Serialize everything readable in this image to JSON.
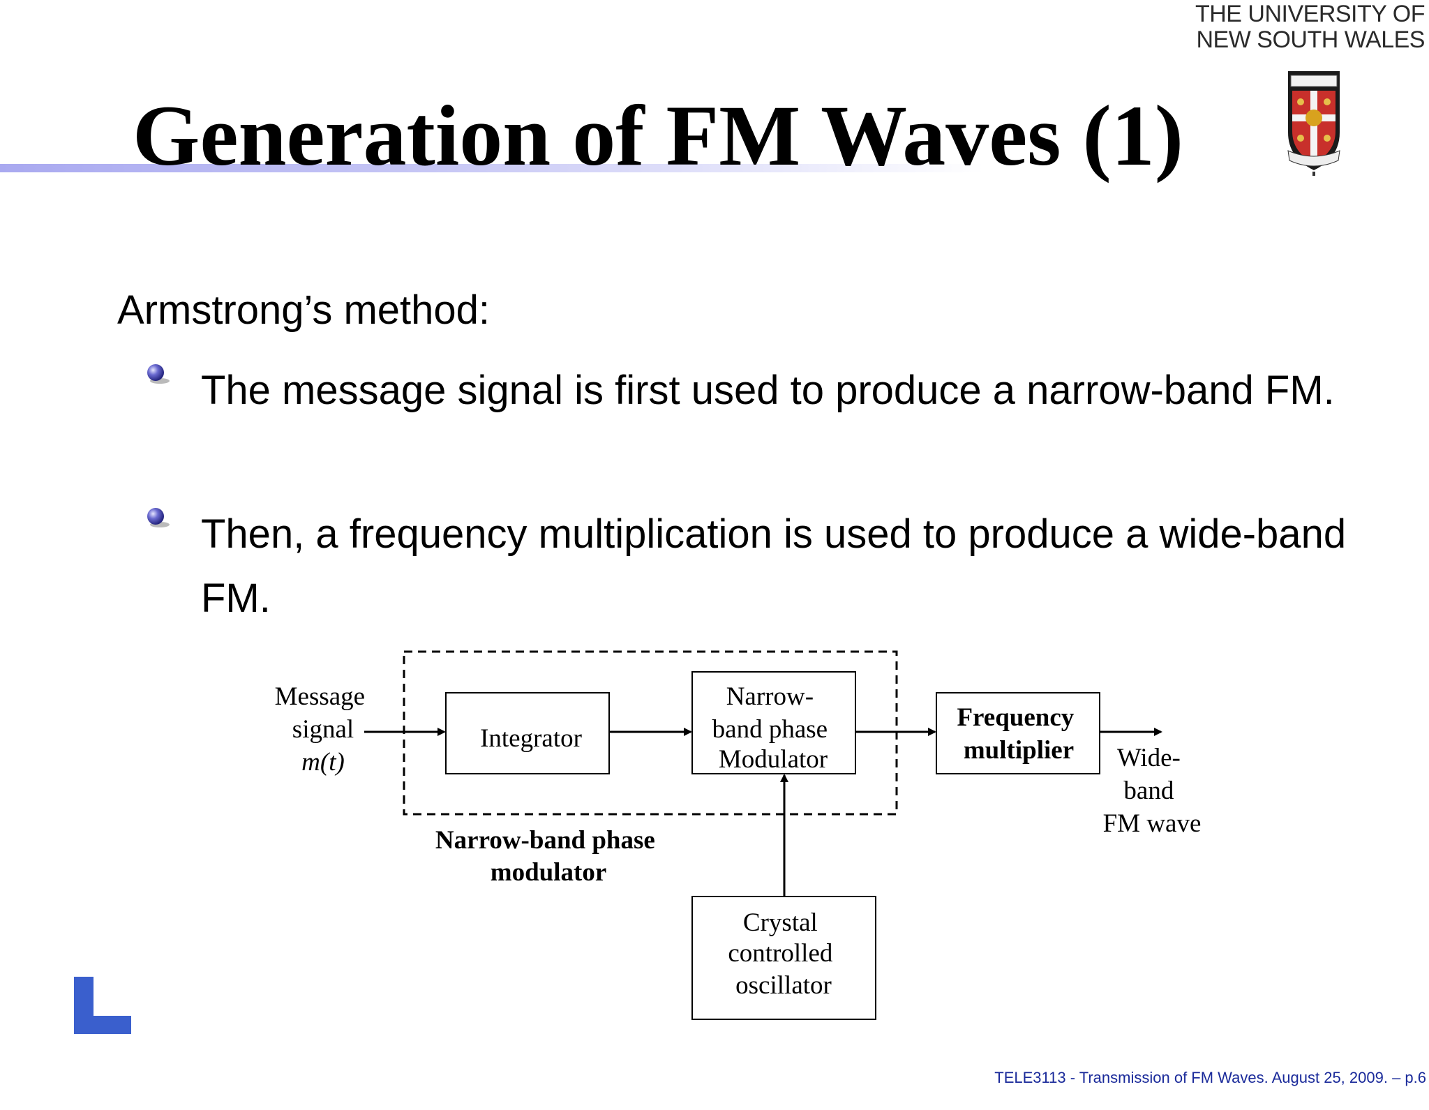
{
  "header": {
    "university_line1": "THE UNIVERSITY OF",
    "university_line2": "NEW SOUTH WALES"
  },
  "slide": {
    "title": "Generation of FM Waves (1)",
    "intro": "Armstrong’s method:",
    "bullets": [
      "The message signal is first used to produce a narrow-band FM.",
      "Then, a frequency multiplication is used to produce a wide-band FM."
    ]
  },
  "diagram": {
    "input_label": [
      "Message",
      "signal",
      "m(t)"
    ],
    "integrator": "Integrator",
    "narrowband_block": [
      "Narrow-",
      "band phase",
      "Modulator"
    ],
    "frequency_multiplier": [
      "Frequency",
      "multiplier"
    ],
    "output_label": [
      "Wide-",
      "band",
      "FM wave"
    ],
    "group_label": [
      "Narrow-band phase",
      "modulator"
    ],
    "oscillator": [
      "Crystal",
      "controlled",
      "oscillator"
    ]
  },
  "footer": {
    "text": "TELE3113 - Transmission of FM Waves. August 25, 2009.  – p.6"
  },
  "colors": {
    "footer_text": "#1a2a9a",
    "corner_mark": "#3a5fcd",
    "bullet": "#3d3d9c",
    "title_bar": "#a9a9f0"
  }
}
